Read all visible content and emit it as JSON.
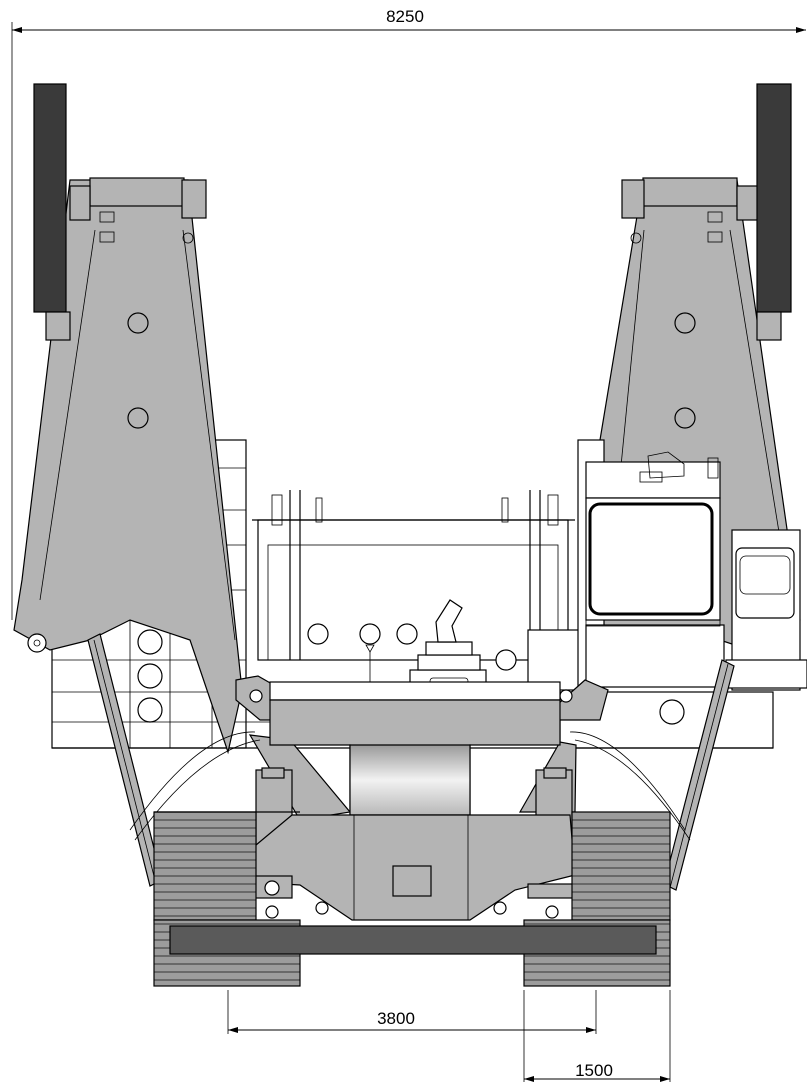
{
  "dimensions": {
    "overall_width": "8250",
    "track_gauge": "3800",
    "track_shoe_width": "1500"
  },
  "colors": {
    "body_grey": "#b4b4b4",
    "dark_grey": "#5a5a5a",
    "pad_black": "#3a3a3a",
    "line": "#000000"
  }
}
